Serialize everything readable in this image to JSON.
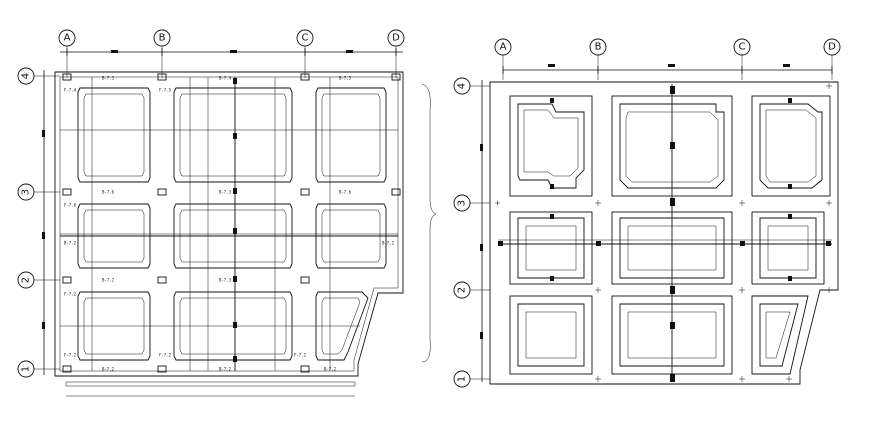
{
  "left_plan": {
    "grid_cols": [
      "A",
      "B",
      "C",
      "D"
    ],
    "grid_rows": [
      "4",
      "3",
      "2",
      "1"
    ],
    "beam_tags": [
      "B-7.3",
      "F-7.4",
      "F-7.5",
      "B-7.4",
      "B-7.5",
      "B-7.6",
      "F-7.6",
      "B-7.2",
      "F-7.2"
    ]
  },
  "right_plan": {
    "grid_cols": [
      "A",
      "B",
      "C",
      "D"
    ],
    "grid_rows": [
      "4",
      "3",
      "2",
      "1"
    ]
  }
}
